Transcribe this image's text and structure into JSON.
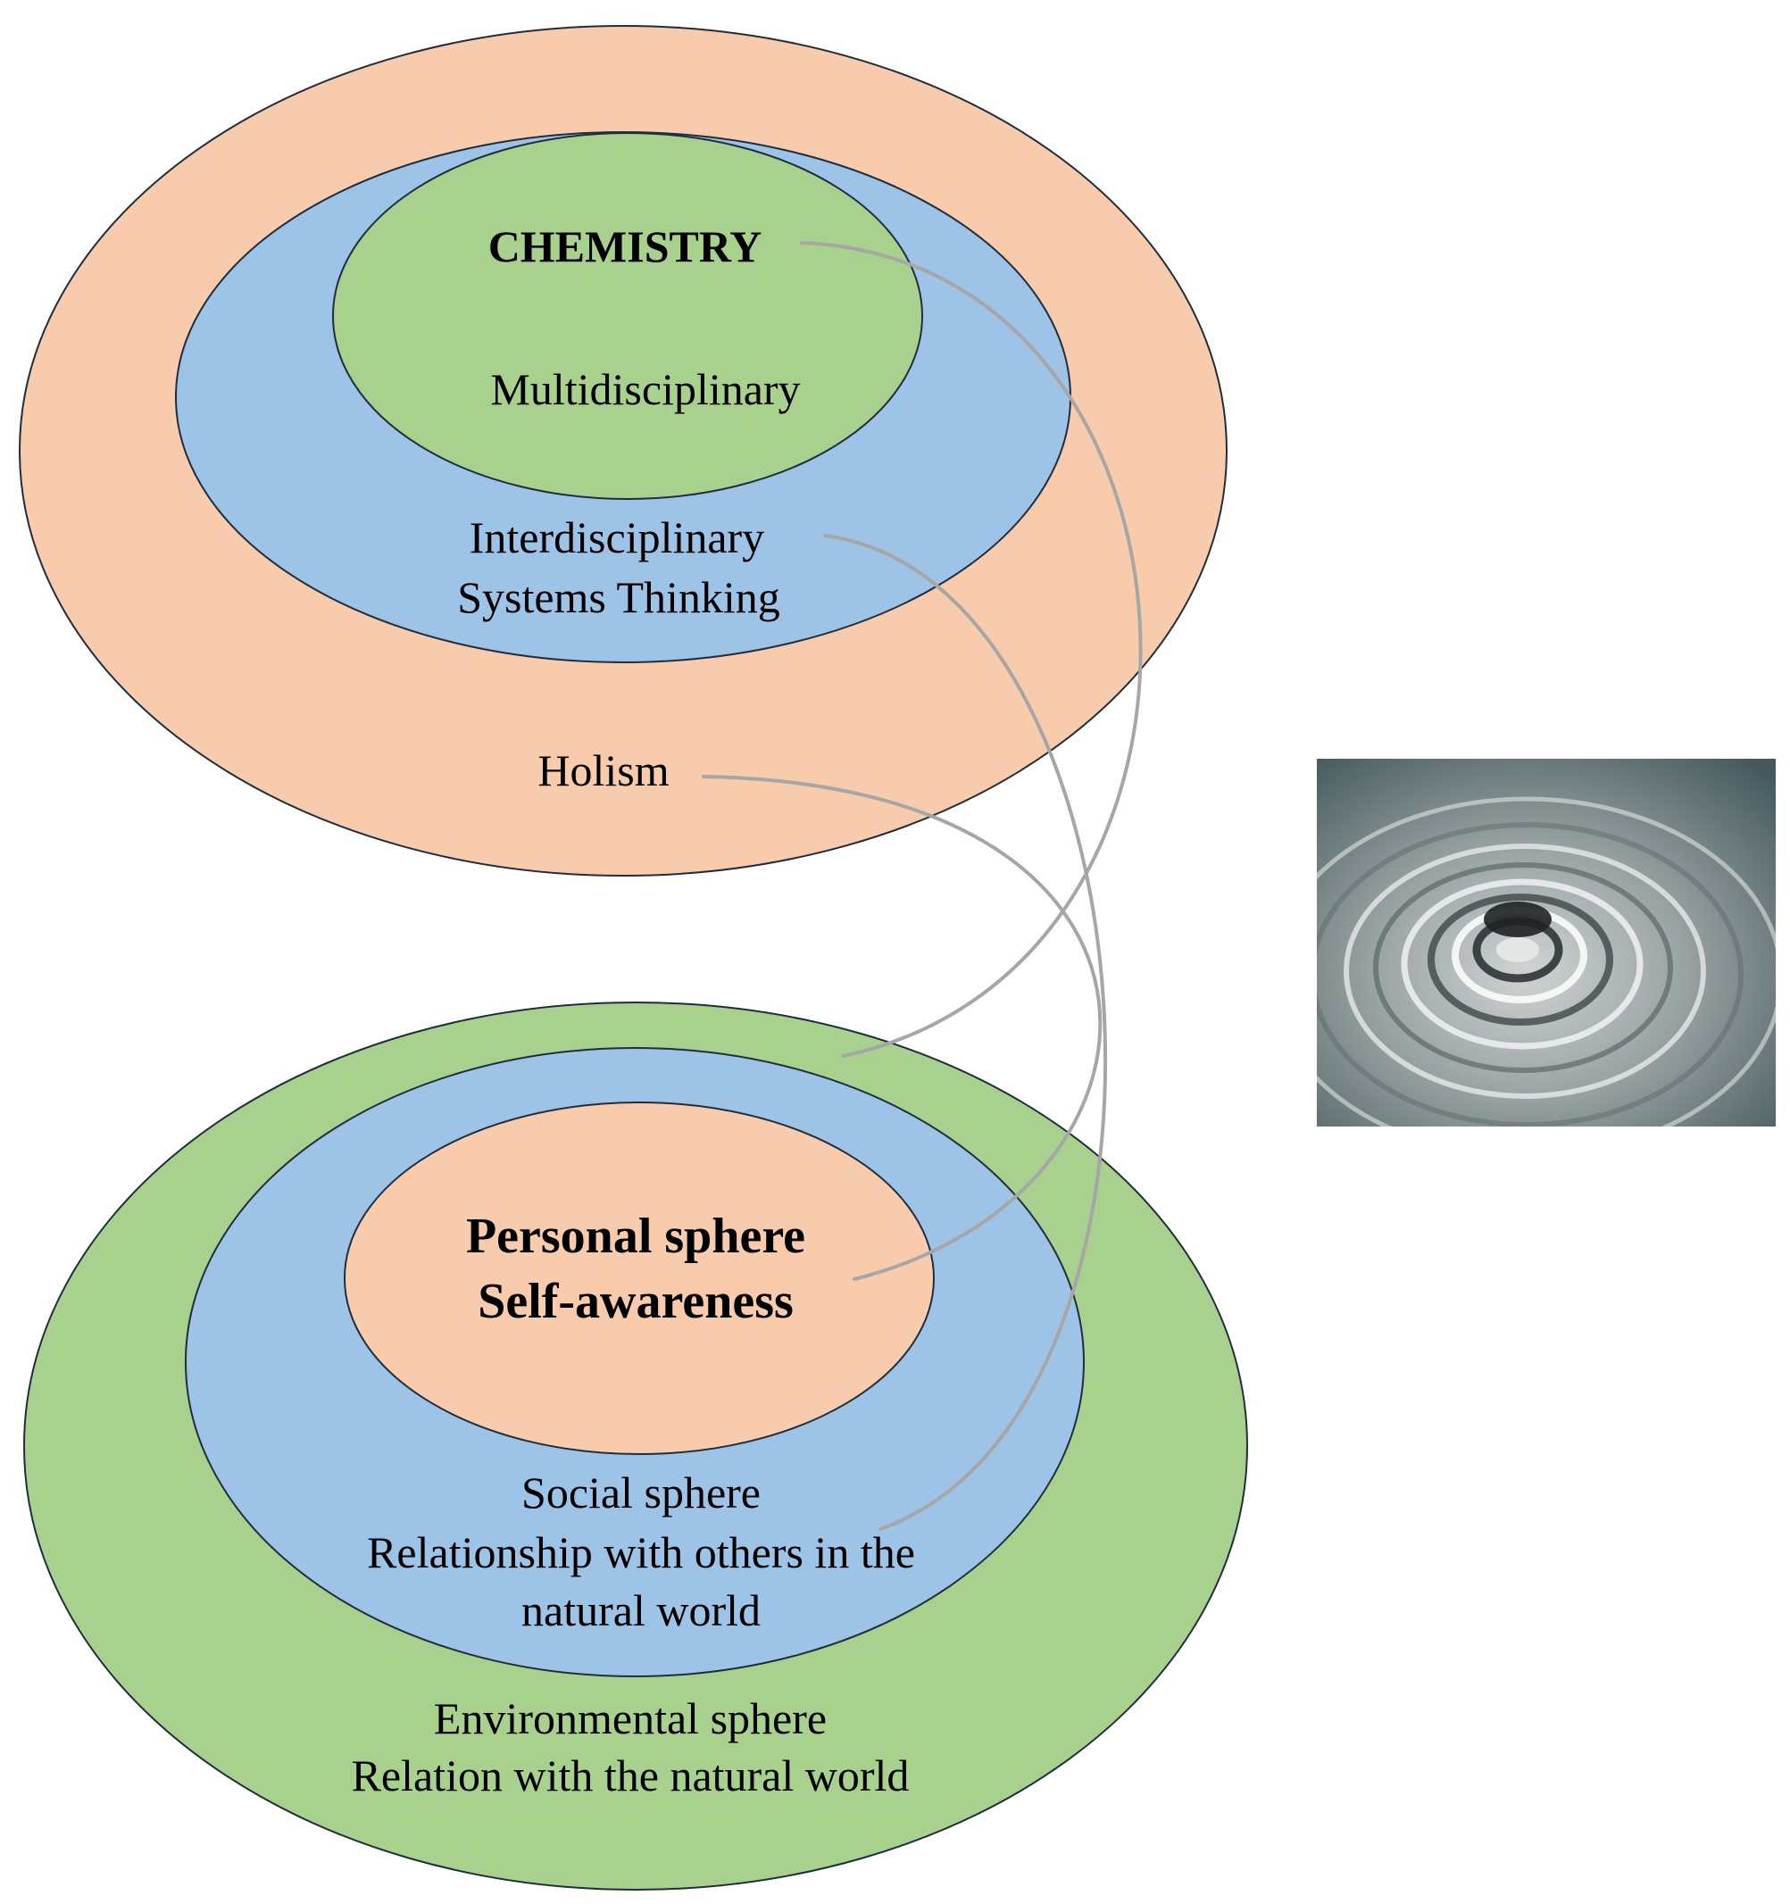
{
  "colors": {
    "peach": "#f8cbad",
    "blue": "#9dc3e6",
    "green": "#a9d18e",
    "outline": "#1f2d3d",
    "connector": "#a6a6a6"
  },
  "top_diagram": {
    "inner_label": "CHEMISTRY",
    "inner_sublabel": "Multidisciplinary",
    "middle_label_line1": "Interdisciplinary",
    "middle_label_line2": "Systems Thinking",
    "outer_label": "Holism"
  },
  "bottom_diagram": {
    "inner_label_line1": "Personal sphere",
    "inner_label_line2": "Self-awareness",
    "middle_label_line1": "Social sphere",
    "middle_label_line2": "Relationship with others in the",
    "middle_label_line3": "natural world",
    "outer_label_line1": "Environmental sphere",
    "outer_label_line2": "Relation with the natural world"
  },
  "image": {
    "subject": "water-ripple-photo"
  }
}
